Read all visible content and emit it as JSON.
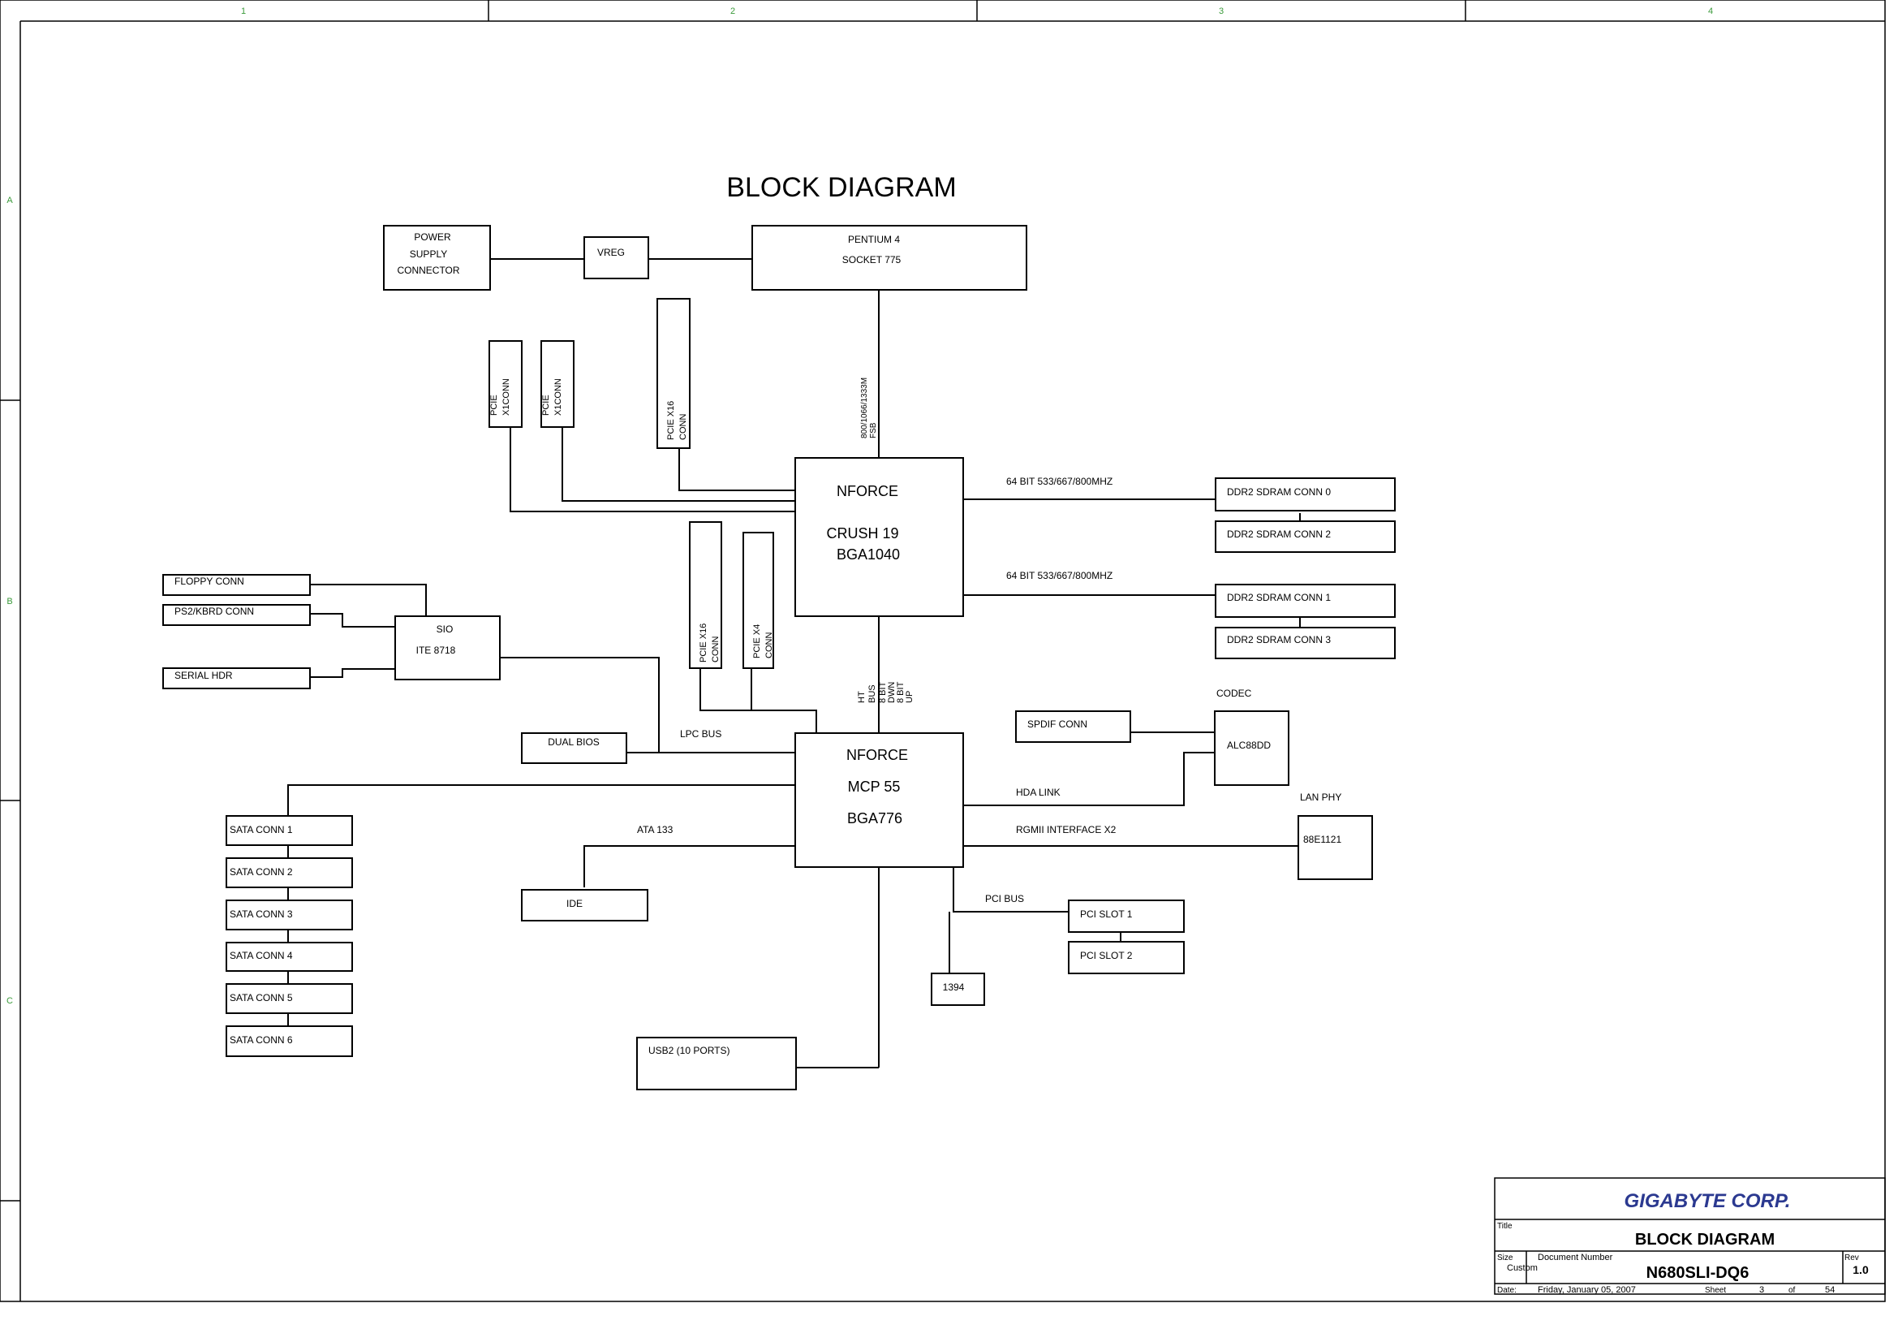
{
  "diagram_title": "BLOCK DIAGRAM",
  "border": {
    "columns": [
      "1",
      "2",
      "3",
      "4"
    ],
    "rows": [
      "A",
      "B",
      "C"
    ]
  },
  "blocks": {
    "psu": [
      "POWER",
      "SUPPLY",
      "CONNECTOR"
    ],
    "vreg": "VREG",
    "cpu": [
      "PENTIUM 4",
      "SOCKET 775"
    ],
    "pcie1": [
      "PCIE",
      "X1CONN"
    ],
    "pcie2": [
      "PCIE",
      "X1CONN"
    ],
    "pcie16a": [
      "PCIE X16",
      "CONN"
    ],
    "pcie16b": [
      "PCIE X16",
      "CONN"
    ],
    "pcie4": [
      "PCIE X4",
      "CONN"
    ],
    "nb": [
      "NFORCE",
      "CRUSH 19",
      "BGA1040"
    ],
    "ddr0": "DDR2 SDRAM CONN 0",
    "ddr2": "DDR2 SDRAM CONN 2",
    "ddr1": "DDR2 SDRAM CONN 1",
    "ddr3": "DDR2 SDRAM CONN 3",
    "floppy": "FLOPPY CONN",
    "ps2": "PS2/KBRD CONN",
    "serial": "SERIAL HDR",
    "sio": [
      "SIO",
      "ITE 8718"
    ],
    "dualbios": "DUAL BIOS",
    "sb": [
      "NFORCE",
      "MCP 55",
      "BGA776"
    ],
    "spdif": "SPDIF CONN",
    "codec": "ALC88DD",
    "lanphy": "88E1121",
    "sata": [
      "SATA CONN 1",
      "SATA CONN 2",
      "SATA CONN 3",
      "SATA CONN 4",
      "SATA CONN 5",
      "SATA CONN 6"
    ],
    "ide": "IDE",
    "pci1": "PCI SLOT 1",
    "pci2": "PCI SLOT 2",
    "ieee1394": "1394",
    "usb": "USB2 (10 PORTS)"
  },
  "labels": {
    "fsb": [
      "800/1066/1333M",
      "FSB"
    ],
    "mem_a": "64 BIT 533/667/800MHZ",
    "mem_b": "64 BIT 533/667/800MHZ",
    "ht": [
      "HT",
      "BUS",
      "8 BIT",
      "DWN",
      "8 BIT",
      "UP"
    ],
    "lpc": "LPC BUS",
    "ata": "ATA 133",
    "hda": "HDA LINK",
    "rgmii": "RGMII INTERFACE X2",
    "pcibus": "PCI BUS",
    "codec_title": "CODEC",
    "lan_title": "LAN PHY"
  },
  "title_block": {
    "company": "GIGABYTE CORP.",
    "title_label": "Title",
    "title": "BLOCK DIAGRAM",
    "size_label": "Size",
    "size": "Custom",
    "docnum_label": "Document Number",
    "docnum": "N680SLI-DQ6",
    "rev_label": "Rev",
    "rev": "1.0",
    "date_label": "Date:",
    "date": "Friday, January 05, 2007",
    "sheet_label": "Sheet",
    "sheet": "3",
    "of_label": "of",
    "total": "54"
  },
  "colors": {
    "line": "#000000",
    "border_text": "#3a9a3a",
    "company": "#2b3990"
  }
}
